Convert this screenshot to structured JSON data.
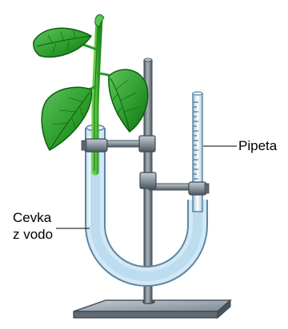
{
  "labels": {
    "pipette": "Pipeta",
    "tube_line1": "Cevka",
    "tube_line2": "z vodo"
  },
  "colors": {
    "leaf": "#2a9a2a",
    "leaf_dark": "#0d6a0d",
    "stem": "#1d8f1d",
    "rod": "#6e7c86",
    "tube": "#cfe6f3",
    "tube_edge": "#7aa6c2",
    "base": "#8f9aa6"
  },
  "icons": {
    "plant": "plant-icon",
    "stand": "lab-stand-icon",
    "u_tube": "u-tube-icon",
    "pipette": "pipette-icon"
  }
}
